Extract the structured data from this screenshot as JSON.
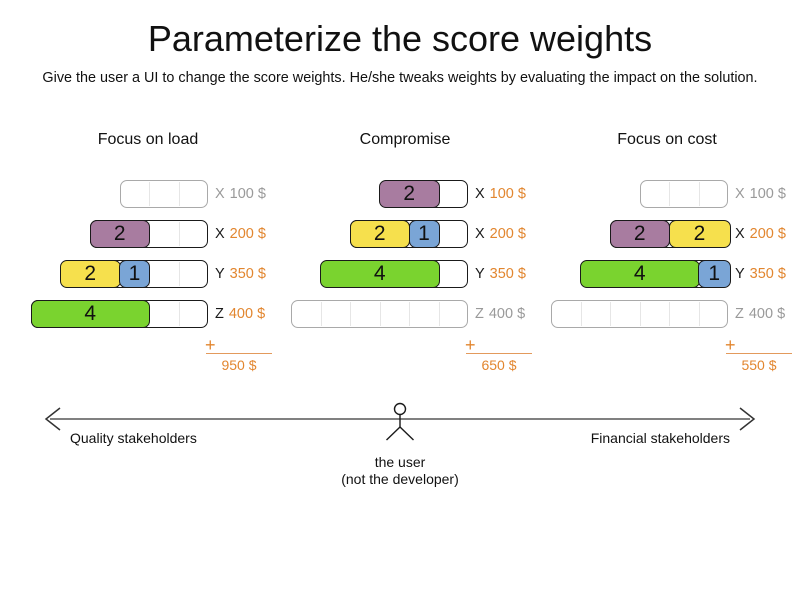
{
  "header": {
    "title": "Parameterize the score weights",
    "subtitle": "Give the user a UI to change the score weights. He/she tweaks weights by evaluating the impact on the solution."
  },
  "colors": {
    "purple": "#a87ca0",
    "yellow": "#f6e04d",
    "blue": "#7aa5d6",
    "green": "#7ad32f",
    "orange": "#e2862f",
    "orange_line": "#e39a5c",
    "inactive_gray": "#9a9a9a",
    "axis_gray": "#808080"
  },
  "diagrams": [
    {
      "title": "Focus on load",
      "rows": [
        {
          "letter": "X",
          "amount": "100 $",
          "capacity": 3,
          "active": false,
          "blocks": []
        },
        {
          "letter": "X",
          "amount": "200 $",
          "capacity": 4,
          "active": true,
          "blocks": [
            {
              "value": 2,
              "color": "purple"
            }
          ]
        },
        {
          "letter": "Y",
          "amount": "350 $",
          "capacity": 5,
          "active": true,
          "blocks": [
            {
              "value": 2,
              "color": "yellow"
            },
            {
              "value": 1,
              "color": "blue"
            }
          ]
        },
        {
          "letter": "Z",
          "amount": "400 $",
          "capacity": 6,
          "active": true,
          "blocks": [
            {
              "value": 4,
              "color": "green"
            }
          ]
        }
      ],
      "sum": {
        "operator": "+",
        "total": "950 $"
      }
    },
    {
      "title": "Compromise",
      "rows": [
        {
          "letter": "X",
          "amount": "100 $",
          "capacity": 3,
          "active": true,
          "blocks": [
            {
              "value": 2,
              "color": "purple"
            }
          ]
        },
        {
          "letter": "X",
          "amount": "200 $",
          "capacity": 4,
          "active": true,
          "blocks": [
            {
              "value": 2,
              "color": "yellow"
            },
            {
              "value": 1,
              "color": "blue"
            }
          ]
        },
        {
          "letter": "Y",
          "amount": "350 $",
          "capacity": 5,
          "active": true,
          "blocks": [
            {
              "value": 4,
              "color": "green"
            }
          ]
        },
        {
          "letter": "Z",
          "amount": "400 $",
          "capacity": 6,
          "active": false,
          "blocks": []
        }
      ],
      "sum": {
        "operator": "+",
        "total": "650 $"
      }
    },
    {
      "title": "Focus on cost",
      "rows": [
        {
          "letter": "X",
          "amount": "100 $",
          "capacity": 3,
          "active": false,
          "blocks": []
        },
        {
          "letter": "X",
          "amount": "200 $",
          "capacity": 4,
          "active": true,
          "blocks": [
            {
              "value": 2,
              "color": "purple"
            },
            {
              "value": 2,
              "color": "yellow"
            }
          ]
        },
        {
          "letter": "Y",
          "amount": "350 $",
          "capacity": 5,
          "active": true,
          "blocks": [
            {
              "value": 4,
              "color": "green"
            },
            {
              "value": 1,
              "color": "blue"
            }
          ]
        },
        {
          "letter": "Z",
          "amount": "400 $",
          "capacity": 6,
          "active": false,
          "blocks": []
        }
      ],
      "sum": {
        "operator": "+",
        "total": "550 $"
      }
    }
  ],
  "axis": {
    "left_label": "Quality stakeholders",
    "right_label": "Financial stakeholders",
    "user_label_line1": "the user",
    "user_label_line2": "(not the developer)"
  }
}
